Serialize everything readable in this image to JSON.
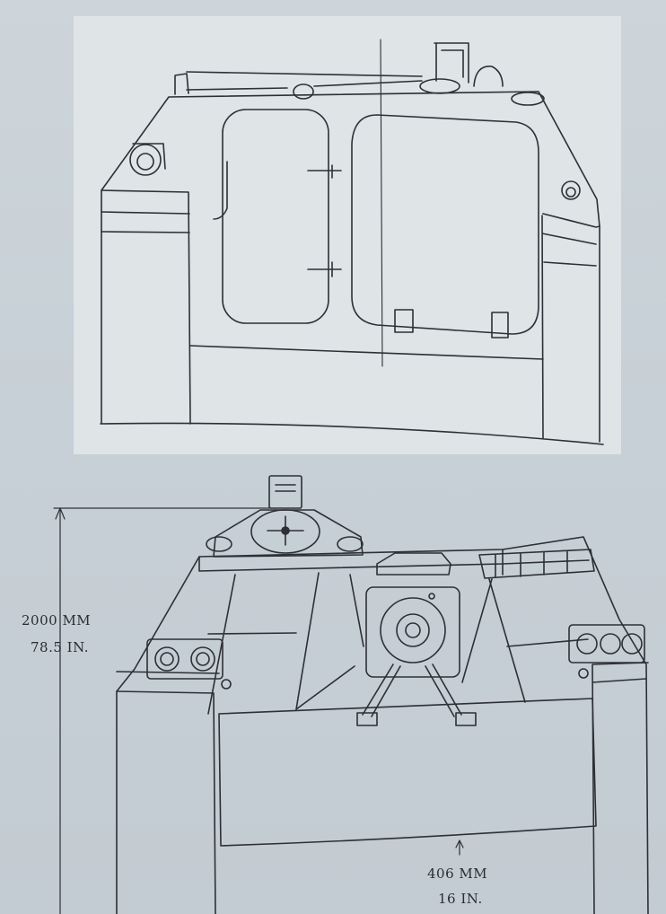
{
  "drawing": {
    "height_dimension": {
      "metric": "2000 MM",
      "imperial": "78.5 IN."
    },
    "ground_clearance_dimension": {
      "metric": "406 MM",
      "imperial": "16 IN."
    }
  }
}
